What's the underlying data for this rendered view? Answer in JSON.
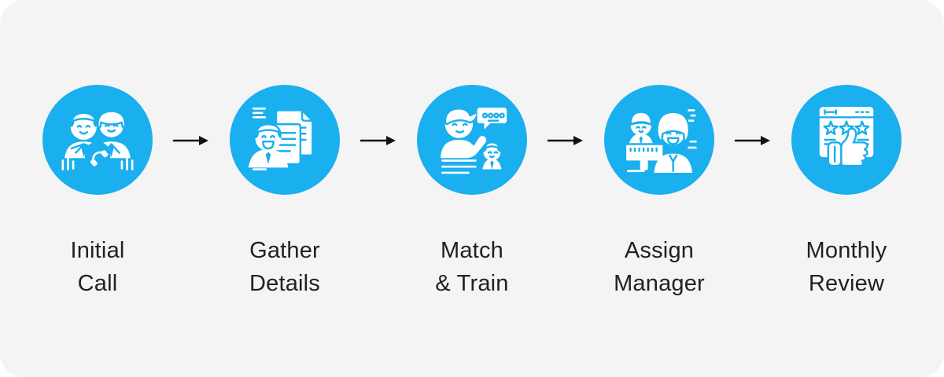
{
  "colors": {
    "accent": "#1aafee",
    "card_background": "#f4f4f5",
    "page_background": "#ffffff",
    "label_text": "#212121",
    "arrow": "#111111",
    "icon_foreground": "#ffffff"
  },
  "flow": {
    "arrow_glyph": "→",
    "steps": [
      {
        "id": "initial-call",
        "icon": "couple-phone-call-icon",
        "label_line1": "Initial",
        "label_line2": "Call"
      },
      {
        "id": "gather-details",
        "icon": "person-documents-icon",
        "label_line1": "Gather",
        "label_line2": "Details"
      },
      {
        "id": "match-train",
        "icon": "mentor-trainee-chat-icon",
        "label_line1": "Match",
        "label_line2": "& Train"
      },
      {
        "id": "assign-manager",
        "icon": "manager-worker-desk-icon",
        "label_line1": "Assign",
        "label_line2": "Manager"
      },
      {
        "id": "monthly-review",
        "icon": "rating-thumbs-up-icon",
        "label_line1": "Monthly",
        "label_line2": "Review"
      }
    ]
  }
}
